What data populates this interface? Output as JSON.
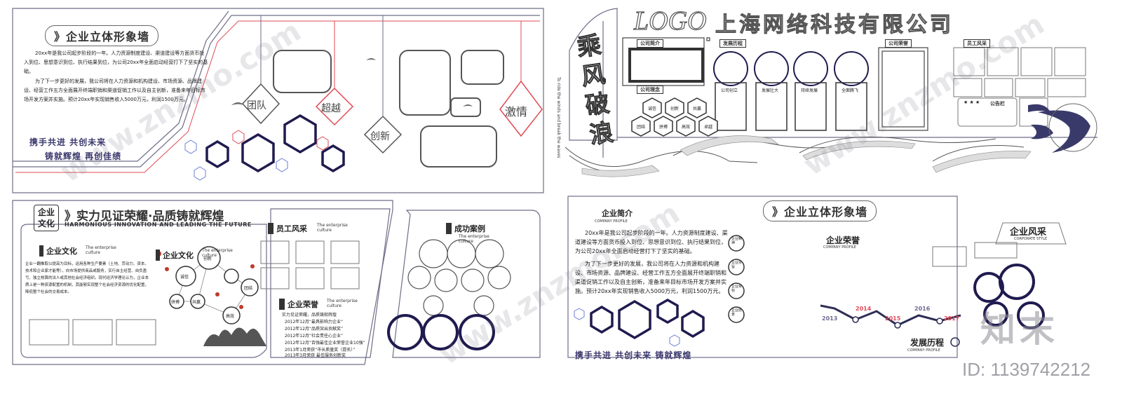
{
  "panel1": {
    "title": "》企业立体形象墙",
    "intro_p1": "20xx年是我公司起步阶段的一年。人力资源制度建设、渠道建设等方面货币投入到位、思想意识到位、执行结果到位，为公司20xx年全面启动经营打下了坚实的基础。",
    "intro_p2": "为了下一步更好的发展，我公司将在人力资源和机构建设、市场资源、品牌建设、经营工作五方全面展开终端职销和渠道促销工作以及自主创新，准备来年目标市场开发方案并实施。预计20xx年实现销售收入5000万元，利润1500万元。",
    "slogan_1": "携手共进  共创未来",
    "slogan_2": "铸就辉煌  再创佳绩",
    "values": [
      "团队",
      "超越",
      "创新",
      "激情"
    ]
  },
  "panel2": {
    "logo": "LOGO",
    "company": "上海网络科技有限公司",
    "calligraphy": "乘风破浪",
    "vertical_en": "To ride the winds and break the waves",
    "sections": {
      "profile": "公司简介",
      "history": "发展历程",
      "honor": "公司荣誉",
      "staff": "员工风采",
      "concept": "公司理念",
      "bulletin": "公告栏"
    },
    "concept_items": [
      "诚信",
      "创新",
      "共赢",
      "团结",
      "拼搏",
      "高效",
      "卓越"
    ],
    "milestones": [
      "公司创立",
      "发展壮大",
      "持续发展",
      "全面腾飞"
    ],
    "stars": "★ ★ ★"
  },
  "panel3": {
    "badge": "企业文化",
    "title": "》实力见证荣耀·品质铸就辉煌",
    "subtitle_en": "HARMONIOUS INNOVATION AND LEADING THE FUTURE",
    "en_caption": "The enterprise culture",
    "culture_title": "企业文化",
    "culture_text": "企业一翻推取以提高为目标，运用各种生产要素（土地、劳动力、资本、技术和企业家才能等），向市场提供商品或服务，实行自主经营、自负盈亏、独立核算的法人或其他社会经济组织。现代经济学理论认为，企业本质上是一种资源配置的机制，其能够实现整个社会经济资源的优化配置，降低整个社会的交易成本。",
    "culture2_title": "企业文化",
    "staff_title": "员工风采",
    "honor_title": "企业荣誉",
    "cases_title": "成功案例",
    "network_nodes": [
      "诚信",
      "创新",
      "团结",
      "拼搏",
      "共赢",
      "高效"
    ],
    "honors": [
      "实力见证荣耀，品质铸就辉煌",
      "2012年12月“最具影响力企业”",
      "2012年12月“品质突出贡献奖”",
      "2012年12月“社会责任心企业”",
      "2012年12月“百强最佳企业荣誉企业10强”",
      "2013年1月荣获“市长质量奖（提名）”",
      "2013年3月荣获 最佳服务创新奖"
    ]
  },
  "panel4": {
    "profile_title": "企业简介",
    "profile_en": "COMPANY PROFILE",
    "title": "》企业立体形象墙",
    "p1": "20xx年是我公司起步阶段的一年。人力资源制度建设、渠道建设等方面货币投入到位、思想意识到位、执行结果到位，为公司20xx年全面启动经营打下了坚实的基础。",
    "p2": "为了下一步更好的发展，我公司将在人力资源和机构建设、市场资源、品牌建设、经营工作五方全面展开终端职销和渠道促销工作以及自主创新，准备来年目标市场开发方案并实施。预计20xx年实现销售收入5000万元，利润1500万元。",
    "slogan": "携手共进  共创未来  铸就辉煌",
    "honor_title": "企业荣誉",
    "honor_en": "COMPANY PROFILE",
    "style_title": "企业风采",
    "style_en": "CORPORATE STYLE",
    "history_title": "发展历程",
    "history_en": "COMPANY PROFILE",
    "pillars": [
      "企业精神",
      "企业宗旨",
      "企业目标",
      "企业愿景"
    ],
    "years": [
      "2013",
      "2014",
      "2015",
      "2016",
      "2017"
    ]
  },
  "watermark": {
    "site": "www.znzmo.com",
    "brand": "知末",
    "id": "ID: 1139742212"
  },
  "colors": {
    "line": "#6e6e8a",
    "accent_red": "#e04b55",
    "navy": "#1f1b4f",
    "blue_hex": "#6b7fd6"
  }
}
